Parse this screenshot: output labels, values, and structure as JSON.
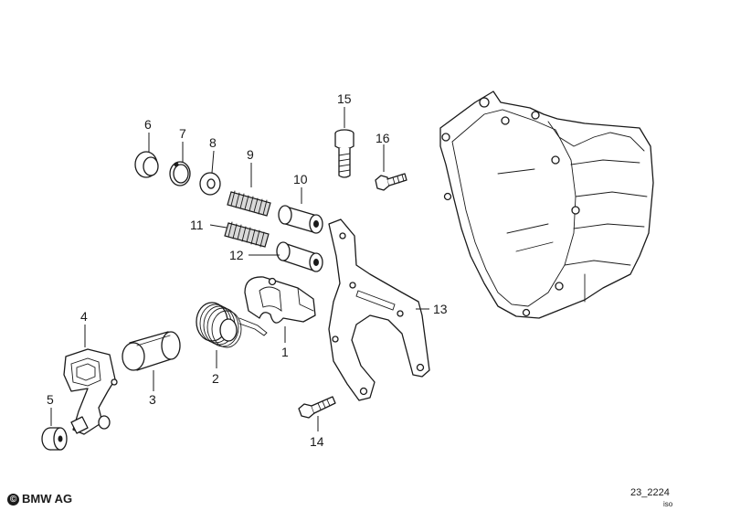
{
  "diagram": {
    "part_labels": {
      "p1": "1",
      "p2": "2",
      "p3": "3",
      "p4": "4",
      "p5": "5",
      "p6": "6",
      "p7": "7",
      "p8": "8",
      "p9": "9",
      "p10": "10",
      "p11": "11",
      "p12": "12",
      "p13": "13",
      "p14": "14",
      "p15": "15",
      "p16": "16"
    }
  },
  "footer": {
    "copyright_symbol": "©",
    "copyright_text": "BMW AG",
    "drawing_number": "23_2224",
    "view_tag": "iso"
  }
}
